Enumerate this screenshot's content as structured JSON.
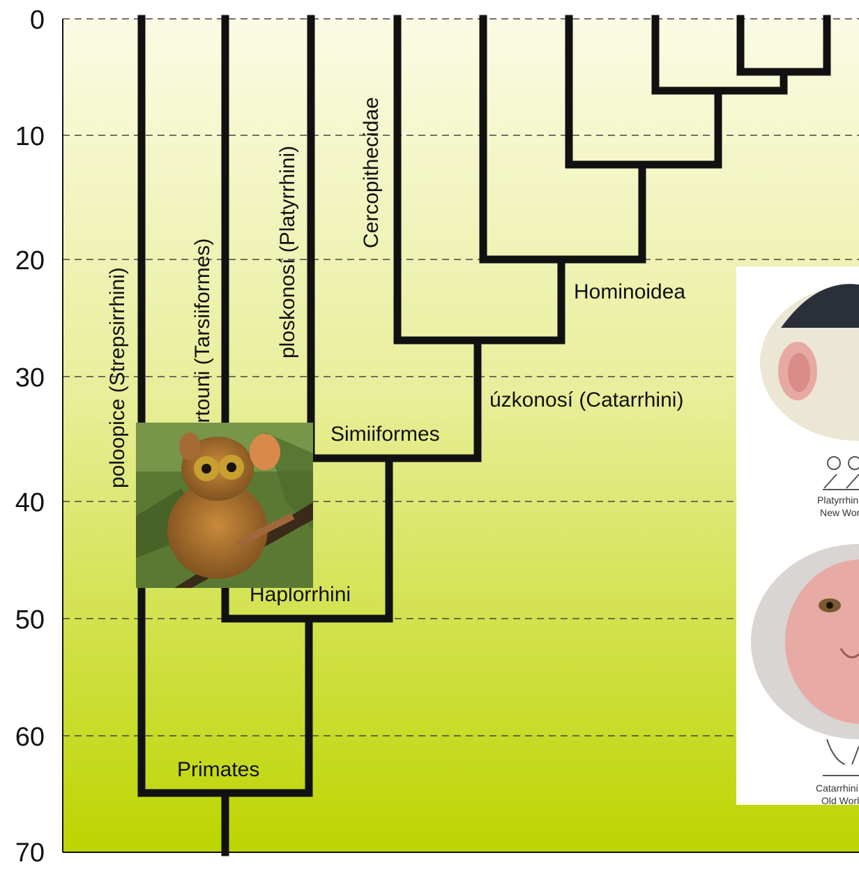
{
  "axis": {
    "ticks": [
      "0",
      "10",
      "20",
      "30",
      "40",
      "50",
      "60",
      "70"
    ]
  },
  "labels": {
    "strepsirrhini": "poloopice (Strepsirrhini)",
    "tarsiiformes": "nártouni (Tarsiiformes)",
    "platyrrhini": "ploskonosí (Platyrrhini)",
    "cercopithecidae": "Cercopithecidae",
    "hominoidea": "Hominoidea",
    "catarrhini": "úzkonosí (Catarrhini)",
    "simiiformes": "Simiiformes",
    "haplorrhini": "Haplorrhini",
    "primates": "Primates"
  },
  "inset": {
    "top_caption_1": "Platyrrhini",
    "top_caption_2": "New World",
    "bottom_caption_1": "Catarrhini",
    "bottom_caption_2": "Old World"
  },
  "colors": {
    "gradient_top": "#fbfbe4",
    "gradient_bottom": "#bcd500",
    "branch": "#111111"
  }
}
